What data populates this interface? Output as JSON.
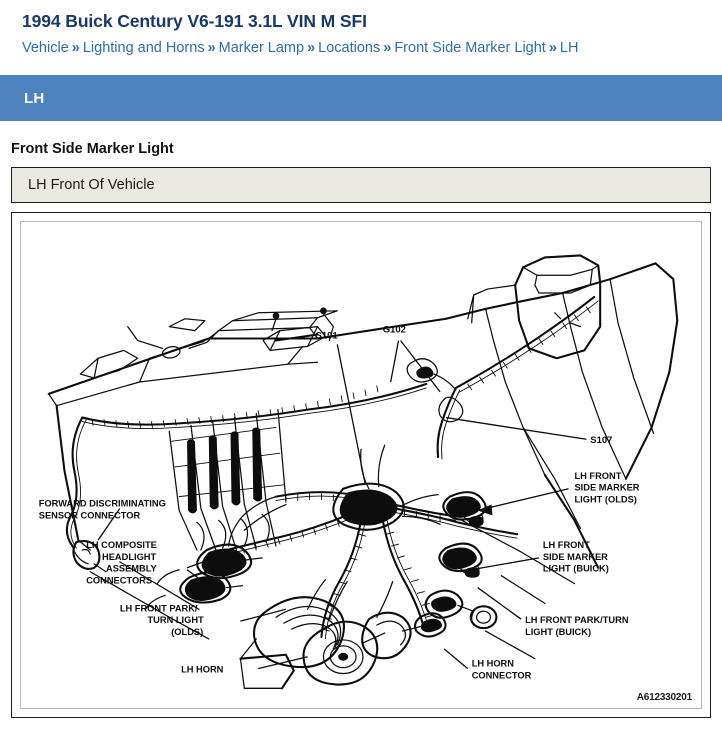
{
  "header": {
    "title": "1994 Buick Century V6-191 3.1L VIN M SFI",
    "breadcrumb": [
      "Vehicle",
      "Lighting and Horns",
      "Marker Lamp",
      "Locations",
      "Front Side Marker Light",
      "LH"
    ],
    "breadcrumb_separator": "»"
  },
  "section_bar": {
    "label": "LH",
    "background_color": "#4e82bf",
    "text_color": "#ffffff"
  },
  "sub_heading": "Front Side Marker Light",
  "caption": {
    "text": "LH Front Of Vehicle",
    "background_color": "#e9e9e1",
    "border_color": "#1b1b1b"
  },
  "figure": {
    "figure_id": "A612330201",
    "callouts": {
      "s101": "S101",
      "g102": "G102",
      "s107": "S107",
      "forward_sensor": [
        "FORWARD DISCRIMINATING",
        "SENSOR CONNECTOR"
      ],
      "composite_headlight": [
        "LH COMPOSITE",
        "HEADLIGHT",
        "ASSEMBLY",
        "CONNECTORS"
      ],
      "front_park_turn_olds": [
        "LH FRONT PARK/",
        "TURN LIGHT",
        "(OLDS)"
      ],
      "lh_horn": "LH HORN",
      "lh_horn_connector": [
        "LH HORN",
        "CONNECTOR"
      ],
      "side_marker_olds": [
        "LH FRONT",
        "SIDE MARKER",
        "LIGHT (OLDS)"
      ],
      "side_marker_buick": [
        "LH FRONT",
        "SIDE MARKER",
        "LIGHT (BUICK)"
      ],
      "front_park_turn_buick": [
        "LH FRONT PARK/TURN",
        "LIGHT (BUICK)"
      ]
    }
  },
  "colors": {
    "title": "#1a3868",
    "link": "#2f6da6",
    "accent": "#4e82bf",
    "caption_bg": "#e9e9e1",
    "ink": "#0d0d0d"
  }
}
